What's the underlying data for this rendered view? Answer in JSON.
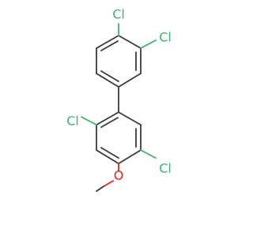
{
  "molecule": {
    "atom_labels": {
      "cl_top": "Cl",
      "cl_upper_right": "Cl",
      "cl_left": "Cl",
      "cl_lower_right": "Cl",
      "oxygen": "O"
    },
    "colors": {
      "bond": "#3a3a3a",
      "chlorine": "#3cb371",
      "oxygen": "#e8231b"
    }
  }
}
